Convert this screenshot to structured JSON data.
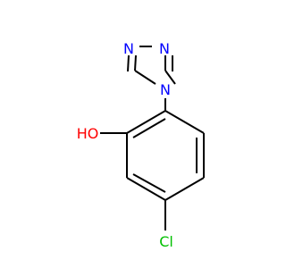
{
  "molecule": {
    "atoms": {
      "N1": {
        "text": "N"
      },
      "N2": {
        "text": "N"
      },
      "N4": {
        "text": "N"
      },
      "O": {
        "text": "HO"
      },
      "Cl": {
        "text": "Cl"
      }
    }
  },
  "colors": {
    "bond": "#000000",
    "N": "#0000ff",
    "O": "#ff0000",
    "Cl": "#00c000",
    "background": "#ffffff"
  }
}
